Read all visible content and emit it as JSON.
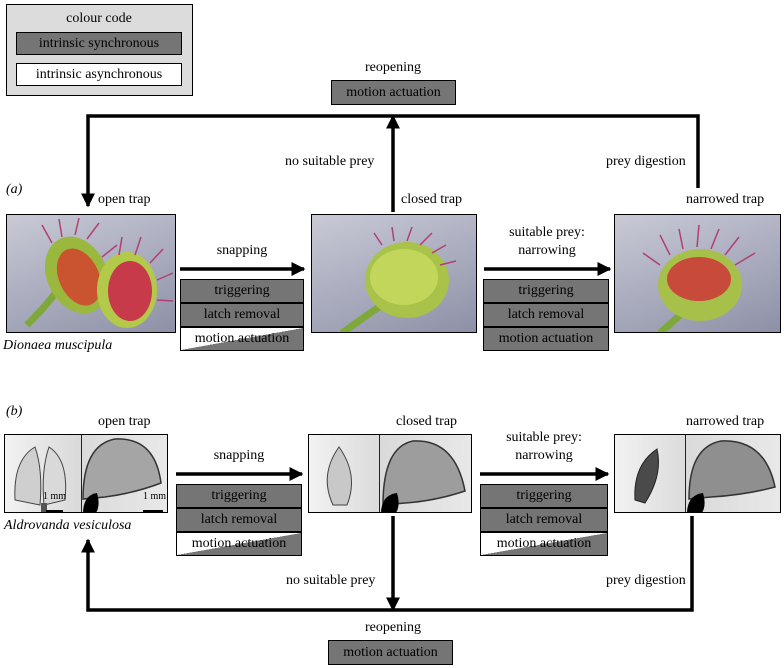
{
  "legend": {
    "title": "colour code",
    "synchronous": "intrinsic synchronous",
    "asynchronous": "intrinsic asynchronous"
  },
  "panel_a": {
    "label": "(a)",
    "species": "Dionaea muscipula",
    "reopening": "reopening",
    "reopen_box": "motion actuation",
    "no_prey": "no suitable prey",
    "prey_digestion": "prey digestion",
    "open_trap": "open trap",
    "closed_trap": "closed trap",
    "narrowed_trap": "narrowed trap",
    "snapping": "snapping",
    "narrowing_line1": "suitable prey:",
    "narrowing_line2": "narrowing",
    "steps1": [
      "triggering",
      "latch removal",
      "motion actuation"
    ],
    "steps2": [
      "triggering",
      "latch removal",
      "motion actuation"
    ]
  },
  "panel_b": {
    "label": "(b)",
    "species": "Aldrovanda vesiculosa",
    "reopening": "reopening",
    "reopen_box": "motion actuation",
    "no_prey": "no suitable prey",
    "prey_digestion": "prey digestion",
    "open_trap": "open trap",
    "closed_trap": "closed trap",
    "narrowed_trap": "narrowed trap",
    "snapping": "snapping",
    "narrowing_line1": "suitable prey:",
    "narrowing_line2": "narrowing",
    "scale1": "1 mm",
    "scale2": "1 mm",
    "steps1": [
      "triggering",
      "latch removal",
      "motion actuation"
    ],
    "steps2": [
      "triggering",
      "latch removal",
      "motion actuation"
    ]
  },
  "colors": {
    "synchronous": "#757575",
    "asynchronous": "#ffffff",
    "legend_bg": "#dcdcdc"
  }
}
